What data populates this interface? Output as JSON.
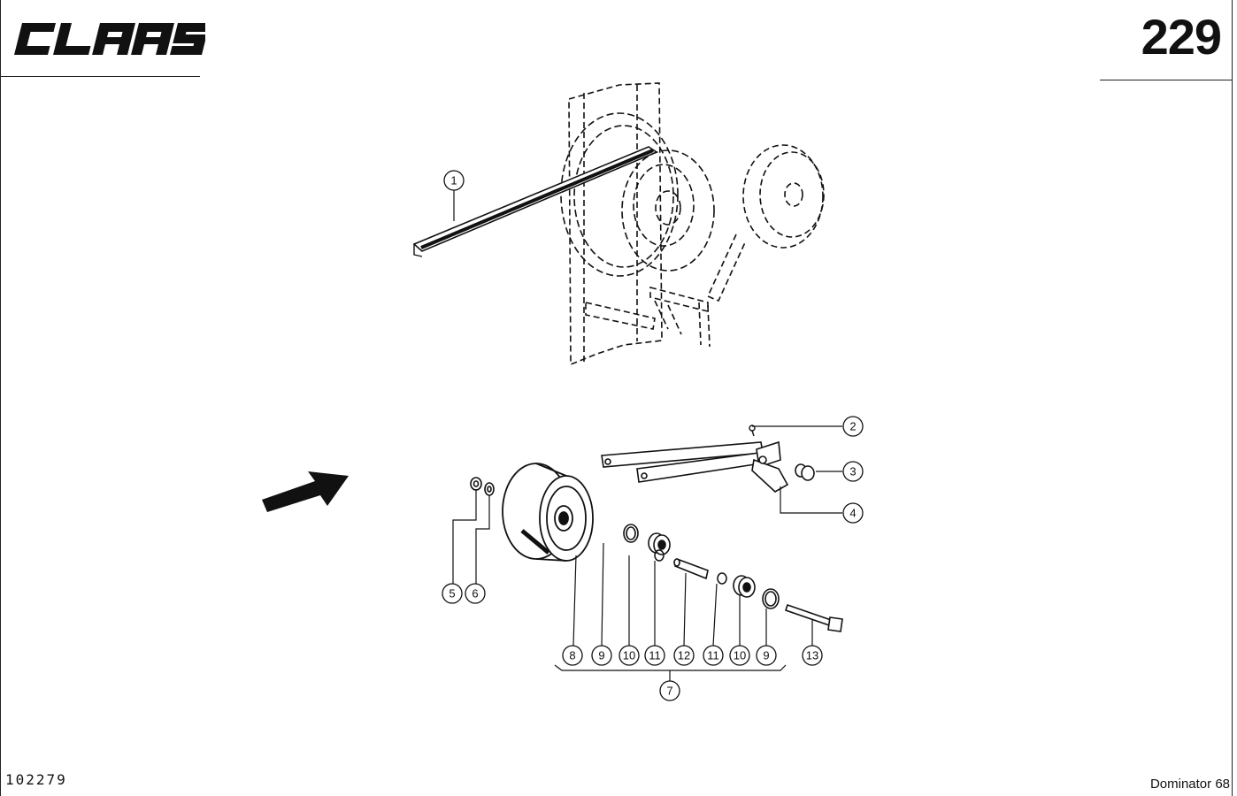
{
  "header": {
    "brand": "CLAAS",
    "page_number": "229"
  },
  "footer": {
    "drawing_number": "102279",
    "model": "Dominator 68"
  },
  "callouts": [
    {
      "id": "c1",
      "label": "1"
    },
    {
      "id": "c2",
      "label": "2"
    },
    {
      "id": "c3",
      "label": "3"
    },
    {
      "id": "c4",
      "label": "4"
    },
    {
      "id": "c5",
      "label": "5"
    },
    {
      "id": "c6",
      "label": "6"
    },
    {
      "id": "c7",
      "label": "7"
    },
    {
      "id": "c8",
      "label": "8"
    },
    {
      "id": "c9a",
      "label": "9"
    },
    {
      "id": "c10a",
      "label": "10"
    },
    {
      "id": "c11a",
      "label": "11"
    },
    {
      "id": "c12",
      "label": "12"
    },
    {
      "id": "c11b",
      "label": "11"
    },
    {
      "id": "c10b",
      "label": "10"
    },
    {
      "id": "c9b",
      "label": "9"
    },
    {
      "id": "c13",
      "label": "13"
    }
  ],
  "colors": {
    "ink": "#111111",
    "paper": "#ffffff"
  }
}
